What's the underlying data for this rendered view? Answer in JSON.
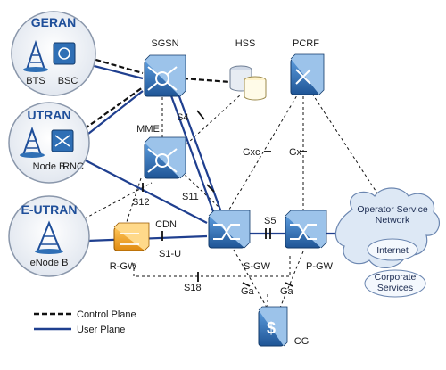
{
  "ran": {
    "geran": {
      "title": "GERAN",
      "labels": [
        "BTS",
        "BSC"
      ]
    },
    "utran": {
      "title": "UTRAN",
      "labels": [
        "Node B",
        "RNC"
      ]
    },
    "eutran": {
      "title": "E-UTRAN",
      "labels": [
        "eNode B"
      ]
    }
  },
  "nodes": {
    "sgsn": "SGSN",
    "hss": "HSS",
    "pcrf": "PCRF",
    "mme": "MME",
    "sgw": "S-GW",
    "pgw": "P-GW",
    "rgw": "R-GW",
    "cdn": "CDN",
    "cg": "CG"
  },
  "interfaces": {
    "s4": "S4",
    "s11": "S11",
    "s12": "S12",
    "s1u": "S1-U",
    "s5": "S5",
    "s18": "S18",
    "gxc": "Gxc",
    "gx": "Gx",
    "ga_sgw": "Ga",
    "ga_pgw": "Ga"
  },
  "cloud": {
    "operator": [
      "Operator Service",
      "Network"
    ],
    "internet": "Internet",
    "corporate": [
      "Corporate",
      "Services"
    ]
  },
  "legend": {
    "control": "Control Plane",
    "user": "User Plane"
  },
  "colors": {
    "user_plane": "#1f3f8f",
    "control_plane": "#111111",
    "node_blue": "#2f6fb5",
    "ran_title": "#1f4f9a",
    "rgw_orange": "#f0a830",
    "cloud": "#dde8f5"
  }
}
